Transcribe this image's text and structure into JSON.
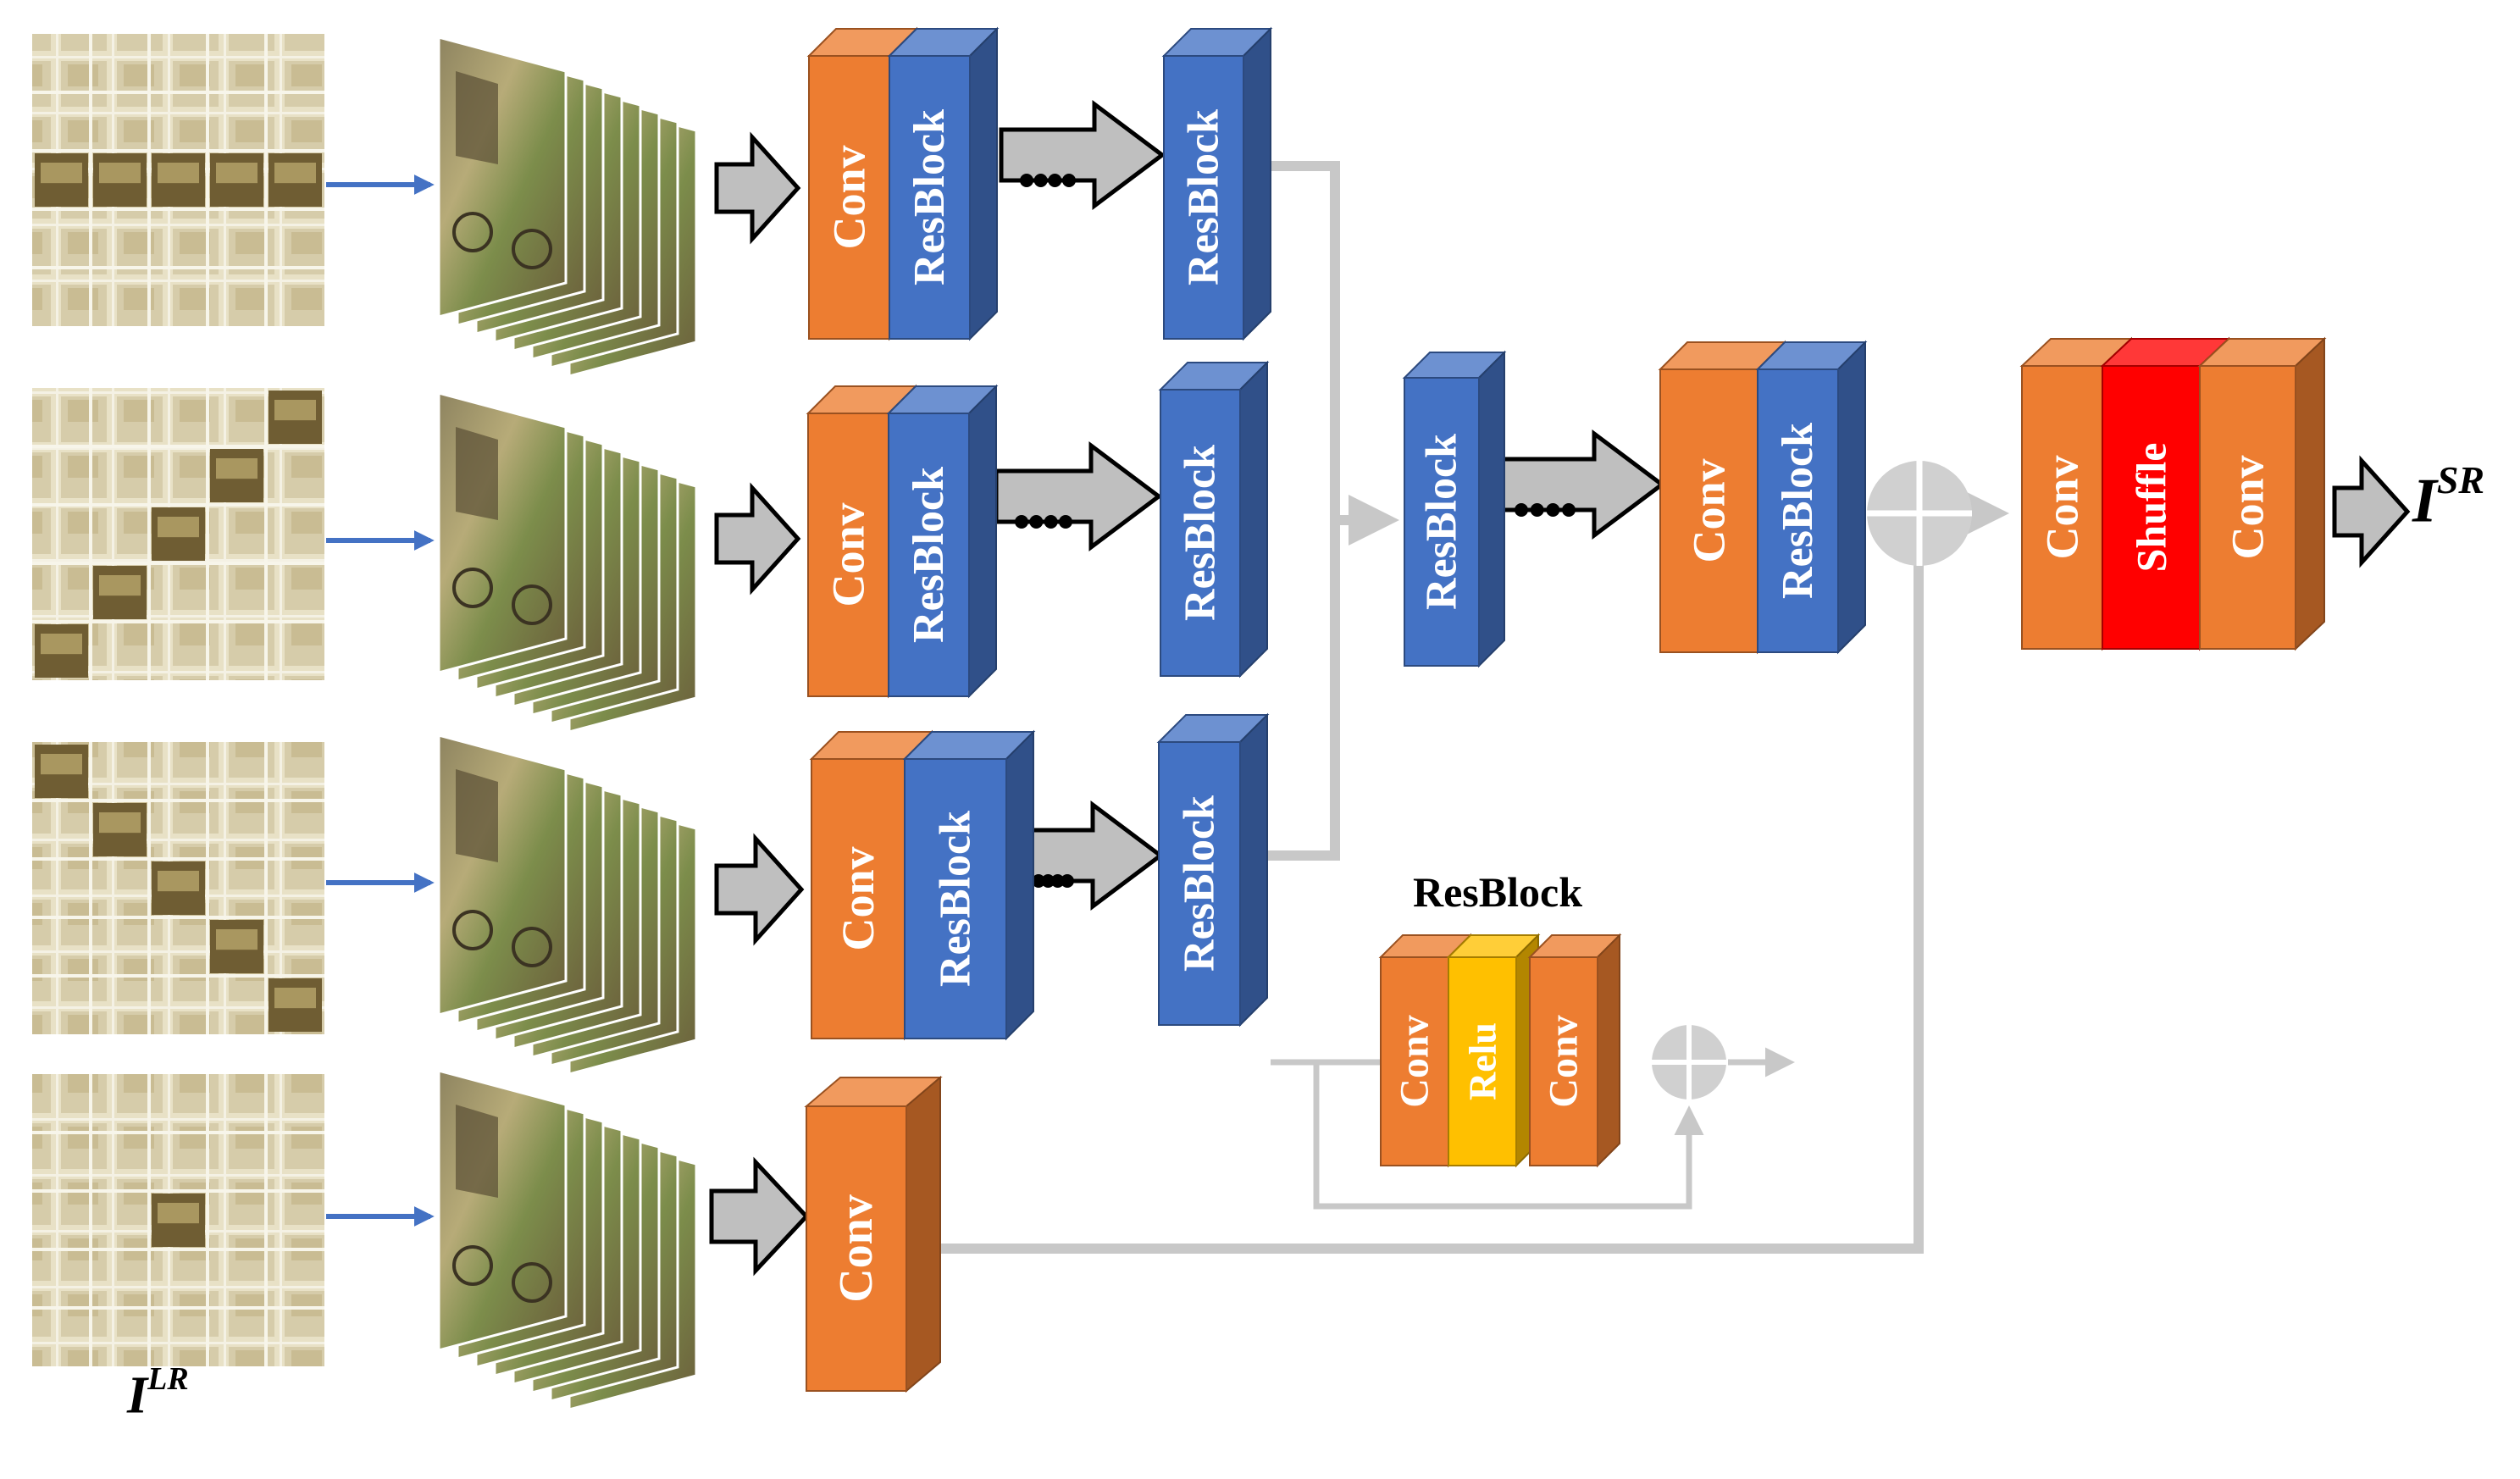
{
  "labels": {
    "input_symbol": "I",
    "input_superscript": "LR",
    "output_symbol": "I",
    "output_superscript": "SR",
    "resblock_legend_title": "ResBlock"
  },
  "blocks": {
    "conv": "Conv",
    "resblock": "ResBlock",
    "shuffle": "Shuffle",
    "relu": "Relu"
  },
  "colors": {
    "conv": "#ED7D31",
    "resblock": "#4472C4",
    "shuffle": "#FF0000",
    "relu": "#FFC000",
    "connector": "#C8C8C8",
    "input_arrow": "#4472C4",
    "big_arrow_fill": "#BFBFBF"
  }
}
